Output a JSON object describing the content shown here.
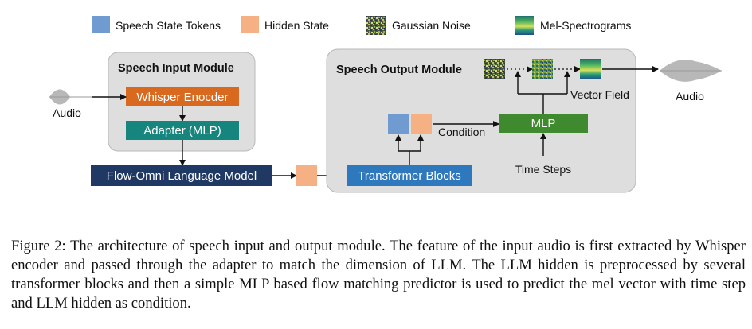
{
  "legend": {
    "speech_state_tokens": "Speech State Tokens",
    "hidden_state": "Hidden State",
    "gaussian_noise": "Gaussian Noise",
    "mel_spectrograms": "Mel-Spectrograms"
  },
  "input_module": {
    "title": "Speech Input Module",
    "whisper": "Whisper Enocder",
    "adapter": "Adapter (MLP)"
  },
  "audio_in_label": "Audio",
  "llm_label": "Flow-Omni Language Model",
  "output_module": {
    "title": "Speech Output Module",
    "transformer": "Transformer Blocks",
    "mlp": "MLP",
    "condition": "Condition",
    "time_steps": "Time Steps",
    "vector_field": "Vector Field"
  },
  "audio_out_label": "Audio",
  "caption": "Figure 2: The architecture of speech input and output module. The feature of the input audio is first extracted by Whisper encoder and passed through the adapter to match the dimension of LLM. The LLM hidden is preprocessed by several transformer blocks and then a simple MLP based flow matching predictor is used to predict the mel vector with time step and LLM hidden as condition.",
  "colors": {
    "speech_token": "#6f9bd1",
    "hidden_state": "#f5b083",
    "whisper_box": "#d9691f",
    "adapter_box": "#16857d",
    "llm_box": "#1f3864",
    "transformer_box": "#2e78bd",
    "mlp_box": "#3f8a2f",
    "module_bg": "#dedede"
  }
}
